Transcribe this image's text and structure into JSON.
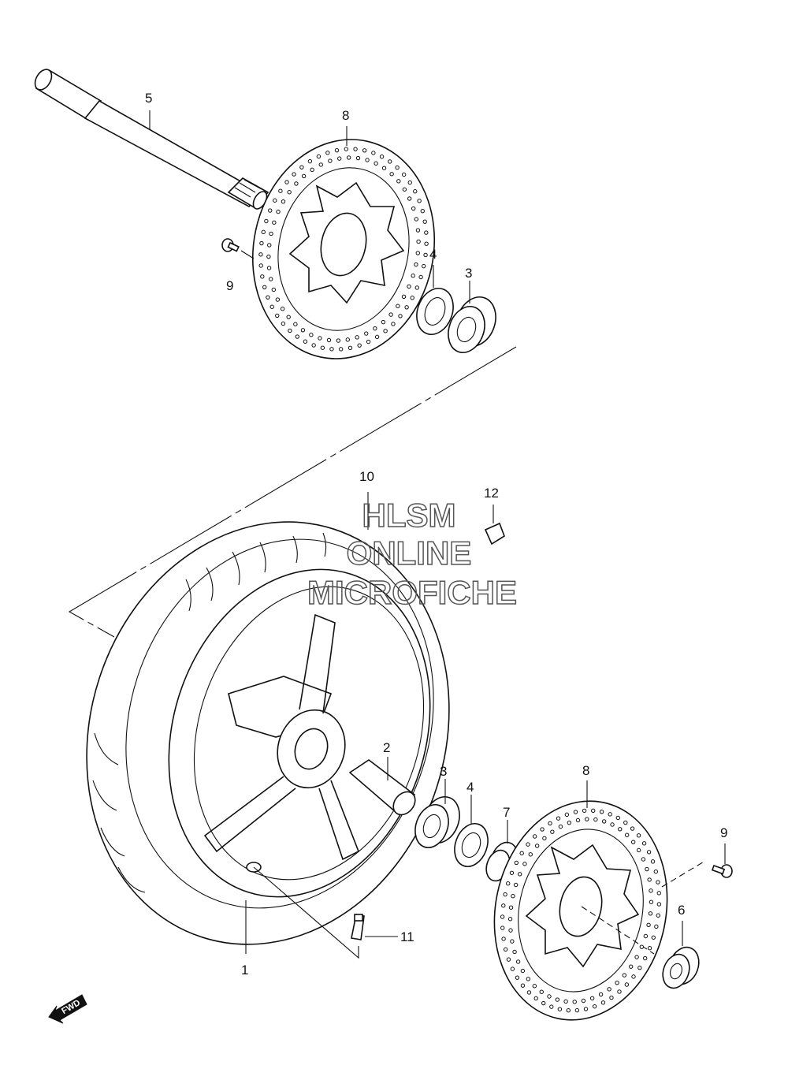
{
  "watermark": {
    "line1": "HLSM",
    "line2": "ONLINE",
    "line3": "MICROFICHE"
  },
  "fwd_label": "FWD",
  "callouts": {
    "c1": "1",
    "c2": "2",
    "c3a": "3",
    "c3b": "3",
    "c4a": "4",
    "c4b": "4",
    "c5": "5",
    "c6": "6",
    "c7": "7",
    "c8a": "8",
    "c8b": "8",
    "c9a": "9",
    "c9b": "9",
    "c10": "10",
    "c11": "11",
    "c12": "12"
  }
}
